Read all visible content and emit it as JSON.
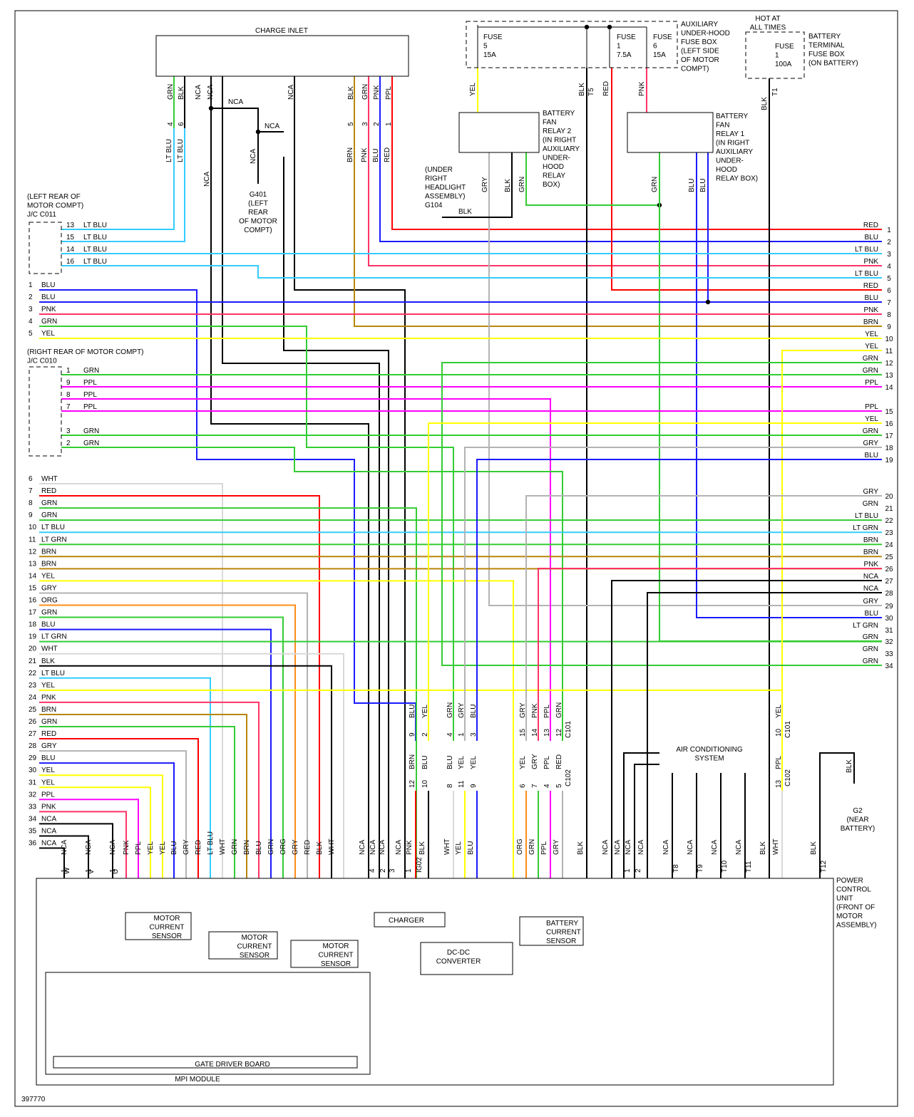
{
  "colors": {
    "LTBLU": "#33ccff",
    "BLU": "#1a1aff",
    "RED": "#ff0000",
    "PNK": "#ff3366",
    "GRN": "#33cc33",
    "YEL": "#ffff00",
    "BRN": "#b8860b",
    "PPL": "#ff00ff",
    "GRY": "#b3b3b3",
    "BLK": "#000000",
    "WHT": "#d9d9d9",
    "ORG": "#ff8c1a",
    "LTGRN": "#33cc33"
  },
  "header": {
    "charge_inlet": "CHARGE INLET",
    "aux_fuse_box": [
      "AUXILIARY",
      "UNDER-HOOD",
      "FUSE BOX",
      "(LEFT SIDE",
      "OF MOTOR",
      "COMPT)"
    ],
    "hot_at_all_times": [
      "HOT AT",
      "ALL TIMES"
    ],
    "battery_terminal_fuse_box": [
      "BATTERY",
      "TERMINAL",
      "FUSE BOX",
      "(ON BATTERY)"
    ],
    "fuse5": [
      "FUSE",
      "5",
      "15A"
    ],
    "fuse1": [
      "FUSE",
      "1",
      "7.5A"
    ],
    "fuse6": [
      "FUSE",
      "6",
      "15A"
    ],
    "fuse_batt": [
      "FUSE",
      "1",
      "100A"
    ],
    "relay2": [
      "BATTERY",
      "FAN",
      "RELAY 2",
      "(IN RIGHT",
      "AUXILIARY",
      "UNDER-",
      "HOOD",
      "RELAY",
      "BOX)"
    ],
    "relay1": [
      "BATTERY",
      "FAN",
      "RELAY 1",
      "(IN RIGHT",
      "AUXILIARY",
      "UNDER-",
      "HOOD",
      "RELAY BOX)"
    ],
    "headlight": [
      "(UNDER",
      "RIGHT",
      "HEADLIGHT",
      "ASSEMBLY)",
      "G104"
    ],
    "g401": [
      "G401",
      "(LEFT",
      "REAR",
      "OF MOTOR",
      "COMPT)"
    ],
    "jc_c011": [
      "(LEFT REAR OF",
      "MOTOR COMPT)",
      "J/C C011"
    ],
    "jc_c010": [
      "(RIGHT REAR OF MOTOR COMPT)",
      "J/C C010"
    ],
    "g2": [
      "G2",
      "(NEAR",
      "BATTERY)"
    ],
    "ac_system": [
      "AIR CONDITIONING",
      "SYSTEM"
    ],
    "pcu": [
      "POWER",
      "CONTROL",
      "UNIT",
      "(FRONT OF",
      "MOTOR",
      "ASSEMBLY)"
    ],
    "charger": "CHARGER",
    "dcdc": [
      "DC-DC",
      "CONVERTER"
    ],
    "battery_current_sensor": [
      "BATTERY",
      "CURRENT",
      "SENSOR"
    ],
    "motor_current_sensor": [
      "MOTOR",
      "CURRENT",
      "SENSOR"
    ],
    "gate_driver_board": "GATE DRIVER BOARD",
    "mpi_module": "MPI MODULE",
    "doc_number": "397770",
    "c101": "C101",
    "c102": "C102"
  },
  "c011": [
    {
      "pin": "13",
      "color": "LT BLU"
    },
    {
      "pin": "15",
      "color": "LT BLU"
    },
    {
      "pin": "14",
      "color": "LT BLU"
    },
    {
      "pin": "16",
      "color": "LT BLU"
    }
  ],
  "c010": [
    {
      "pin": "1",
      "color": "GRN"
    },
    {
      "pin": "9",
      "color": "PPL"
    },
    {
      "pin": "8",
      "color": "PPL"
    },
    {
      "pin": "7",
      "color": "PPL"
    },
    {
      "pin": "3",
      "color": "GRN"
    },
    {
      "pin": "2",
      "color": "GRN"
    }
  ],
  "left_top": [
    {
      "pin": "1",
      "color": "BLU"
    },
    {
      "pin": "2",
      "color": "BLU"
    },
    {
      "pin": "3",
      "color": "PNK"
    },
    {
      "pin": "4",
      "color": "GRN"
    },
    {
      "pin": "5",
      "color": "YEL"
    }
  ],
  "left_bottom": [
    {
      "pin": "6",
      "color": "WHT"
    },
    {
      "pin": "7",
      "color": "RED"
    },
    {
      "pin": "8",
      "color": "GRN"
    },
    {
      "pin": "9",
      "color": "GRN"
    },
    {
      "pin": "10",
      "color": "LT BLU"
    },
    {
      "pin": "11",
      "color": "LT GRN"
    },
    {
      "pin": "12",
      "color": "BRN"
    },
    {
      "pin": "13",
      "color": "BRN"
    },
    {
      "pin": "14",
      "color": "YEL"
    },
    {
      "pin": "15",
      "color": "GRY"
    },
    {
      "pin": "16",
      "color": "ORG"
    },
    {
      "pin": "17",
      "color": "GRN"
    },
    {
      "pin": "18",
      "color": "BLU"
    },
    {
      "pin": "19",
      "color": "LT GRN"
    },
    {
      "pin": "20",
      "color": "WHT"
    },
    {
      "pin": "21",
      "color": "BLK"
    },
    {
      "pin": "22",
      "color": "LT BLU"
    },
    {
      "pin": "23",
      "color": "YEL"
    },
    {
      "pin": "24",
      "color": "PNK"
    },
    {
      "pin": "25",
      "color": "BRN"
    },
    {
      "pin": "26",
      "color": "GRN"
    },
    {
      "pin": "27",
      "color": "RED"
    },
    {
      "pin": "28",
      "color": "GRY"
    },
    {
      "pin": "29",
      "color": "BLU"
    },
    {
      "pin": "30",
      "color": "YEL"
    },
    {
      "pin": "31",
      "color": "YEL"
    },
    {
      "pin": "32",
      "color": "PPL"
    },
    {
      "pin": "33",
      "color": "PNK"
    },
    {
      "pin": "34",
      "color": "NCA"
    },
    {
      "pin": "35",
      "color": "NCA"
    },
    {
      "pin": "36",
      "color": "NCA"
    }
  ],
  "right_rows": [
    {
      "pin": "1",
      "color": "RED"
    },
    {
      "pin": "2",
      "color": "BLU"
    },
    {
      "pin": "3",
      "color": "LT BLU"
    },
    {
      "pin": "4",
      "color": "PNK"
    },
    {
      "pin": "5",
      "color": "LT BLU"
    },
    {
      "pin": "6",
      "color": "RED"
    },
    {
      "pin": "7",
      "color": "BLU"
    },
    {
      "pin": "8",
      "color": "PNK"
    },
    {
      "pin": "9",
      "color": "BRN"
    },
    {
      "pin": "10",
      "color": "YEL"
    },
    {
      "pin": "11",
      "color": "YEL"
    },
    {
      "pin": "12",
      "color": "GRN"
    },
    {
      "pin": "13",
      "color": "GRN"
    },
    {
      "pin": "14",
      "color": "PPL"
    },
    {
      "pin": "15",
      "color": "PPL"
    },
    {
      "pin": "16",
      "color": "YEL"
    },
    {
      "pin": "17",
      "color": "GRN"
    },
    {
      "pin": "18",
      "color": "GRY"
    },
    {
      "pin": "19",
      "color": "BLU"
    },
    {
      "pin": "20",
      "color": "GRY"
    },
    {
      "pin": "21",
      "color": "GRN"
    },
    {
      "pin": "22",
      "color": "LT BLU"
    },
    {
      "pin": "23",
      "color": "LT GRN"
    },
    {
      "pin": "24",
      "color": "BRN"
    },
    {
      "pin": "25",
      "color": "BRN"
    },
    {
      "pin": "26",
      "color": "PNK"
    },
    {
      "pin": "27",
      "color": "NCA"
    },
    {
      "pin": "28",
      "color": "NCA"
    },
    {
      "pin": "29",
      "color": "GRY"
    },
    {
      "pin": "30",
      "color": "BLU"
    },
    {
      "pin": "31",
      "color": "LT GRN"
    },
    {
      "pin": "32",
      "color": "GRN"
    },
    {
      "pin": "33",
      "color": "GRN"
    },
    {
      "pin": "34",
      "color": "GRN"
    }
  ],
  "pcu_pins": [
    {
      "pin": "1",
      "color": "NCA",
      "term": "W"
    },
    {
      "pin": "1",
      "color": "NCA",
      "term": "V"
    },
    {
      "pin": "1",
      "color": "NCA",
      "term": "U"
    },
    {
      "pin": "",
      "color": "PNK",
      "term": ""
    },
    {
      "pin": "",
      "color": "PPL",
      "term": ""
    },
    {
      "pin": "",
      "color": "YEL",
      "term": ""
    },
    {
      "pin": "",
      "color": "YEL",
      "term": ""
    },
    {
      "pin": "",
      "color": "BLU",
      "term": ""
    },
    {
      "pin": "",
      "color": "GRY",
      "term": ""
    },
    {
      "pin": "",
      "color": "RED",
      "term": ""
    },
    {
      "pin": "",
      "color": "LT BLU",
      "term": ""
    },
    {
      "pin": "",
      "color": "WHT",
      "term": ""
    },
    {
      "pin": "",
      "color": "GRN",
      "term": ""
    },
    {
      "pin": "",
      "color": "BRN",
      "term": ""
    },
    {
      "pin": "",
      "color": "BLU",
      "term": ""
    },
    {
      "pin": "",
      "color": "GRN",
      "term": ""
    },
    {
      "pin": "",
      "color": "ORG",
      "term": ""
    },
    {
      "pin": "",
      "color": "GRY",
      "term": ""
    },
    {
      "pin": "",
      "color": "RED",
      "term": ""
    },
    {
      "pin": "",
      "color": "BLK",
      "term": ""
    },
    {
      "pin": "",
      "color": "WHT",
      "term": ""
    }
  ],
  "pcu_mid_pins": [
    {
      "pin": "4",
      "color": "NCA"
    },
    {
      "pin": "2",
      "color": "NCA"
    },
    {
      "pin": "3",
      "color": "NCA"
    },
    {
      "pin": "1",
      "color": "NCA"
    },
    {
      "pin": "IG02",
      "color": "PNK"
    },
    {
      "pin": "",
      "color": "BLK"
    },
    {
      "pin": "",
      "color": "WHT"
    },
    {
      "pin": "",
      "color": "YEL"
    },
    {
      "pin": "",
      "color": "BLU"
    },
    {
      "pin": "",
      "color": "ORG"
    },
    {
      "pin": "",
      "color": "GRN"
    },
    {
      "pin": "",
      "color": "PPL"
    },
    {
      "pin": "",
      "color": "GRY"
    },
    {
      "pin": "",
      "color": "BLK"
    },
    {
      "pin": "",
      "color": "NCA"
    },
    {
      "pin": "1",
      "color": "NCA"
    },
    {
      "pin": "2",
      "color": "NCA"
    },
    {
      "pin": "",
      "color": "NCA"
    },
    {
      "pin": "T8",
      "color": "NCA"
    },
    {
      "pin": "T9",
      "color": "NCA"
    },
    {
      "pin": "T10",
      "color": "NCA"
    },
    {
      "pin": "T11",
      "color": "NCA"
    },
    {
      "pin": "",
      "color": "BLK"
    },
    {
      "pin": "",
      "color": "WHT"
    },
    {
      "pin": "T12",
      "color": "BLK"
    }
  ],
  "c101": [
    {
      "pin": "9",
      "color": "BLU"
    },
    {
      "pin": "2",
      "color": "YEL"
    },
    {
      "pin": "4",
      "color": "GRN"
    },
    {
      "pin": "1",
      "color": "GRY"
    },
    {
      "pin": "3",
      "color": "BLU"
    },
    {
      "pin": "15",
      "color": "GRY"
    },
    {
      "pin": "14",
      "color": "PNK"
    },
    {
      "pin": "13",
      "color": "PPL"
    },
    {
      "pin": "12",
      "color": "GRN"
    },
    {
      "pin": "10",
      "color": "YEL"
    }
  ],
  "c102": [
    {
      "pin": "12",
      "color": "BRN"
    },
    {
      "pin": "10",
      "color": "BLU"
    },
    {
      "pin": "8",
      "color": "BLU"
    },
    {
      "pin": "11",
      "color": "YEL"
    },
    {
      "pin": "9",
      "color": "YEL"
    },
    {
      "pin": "6",
      "color": "YEL"
    },
    {
      "pin": "7",
      "color": "GRY"
    },
    {
      "pin": "4",
      "color": "PPL"
    },
    {
      "pin": "5",
      "color": "RED"
    },
    {
      "pin": "13",
      "color": "PPL"
    }
  ],
  "charge_inlet_pins": [
    {
      "pin": "4",
      "color": "GRN"
    },
    {
      "pin": "6",
      "color": "BLK"
    },
    {
      "pin": "",
      "color": "NCA"
    },
    {
      "pin": "",
      "color": "NCA"
    },
    {
      "pin": "",
      "color": "NCA"
    },
    {
      "pin": "5",
      "color": "BLK"
    },
    {
      "pin": "3",
      "color": "GRN"
    },
    {
      "pin": "2",
      "color": "PNK"
    },
    {
      "pin": "1",
      "color": "PPL"
    }
  ],
  "charge_inlet_out": [
    "LT BLU",
    "LT BLU",
    "NCA",
    "NCA",
    "NCA",
    "BRN",
    "PNK",
    "BLU",
    "RED"
  ],
  "misc": {
    "nca": "NCA",
    "blk": "BLK",
    "gry": "GRY",
    "grn": "GRN",
    "red": "RED",
    "pnk": "PNK",
    "yel": "YEL",
    "blu": "BLU",
    "ppl": "PPL",
    "wht": "WHT",
    "t1": "T1",
    "t5": "T5"
  }
}
